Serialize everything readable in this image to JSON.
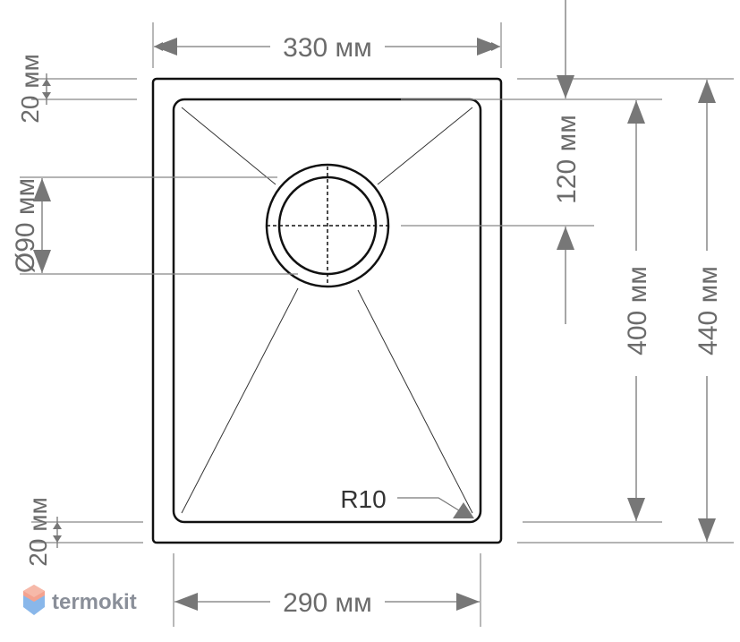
{
  "dimensions": {
    "outer_width": "330 мм",
    "inner_width": "290 мм",
    "outer_height": "440 мм",
    "inner_height": "400 мм",
    "drain_offset": "120 мм",
    "drain_diameter": "Ø90 мм",
    "top_rim": "20 мм",
    "bottom_rim": "20 мм",
    "corner_radius": "R10"
  },
  "logo": {
    "text": "termokit"
  },
  "colors": {
    "outline": "#111111",
    "dimension": "#777777",
    "logo_text": "#8a8f99",
    "logo_gem_top": "#f08a7a",
    "logo_gem_bottom": "#7fb0e6"
  }
}
